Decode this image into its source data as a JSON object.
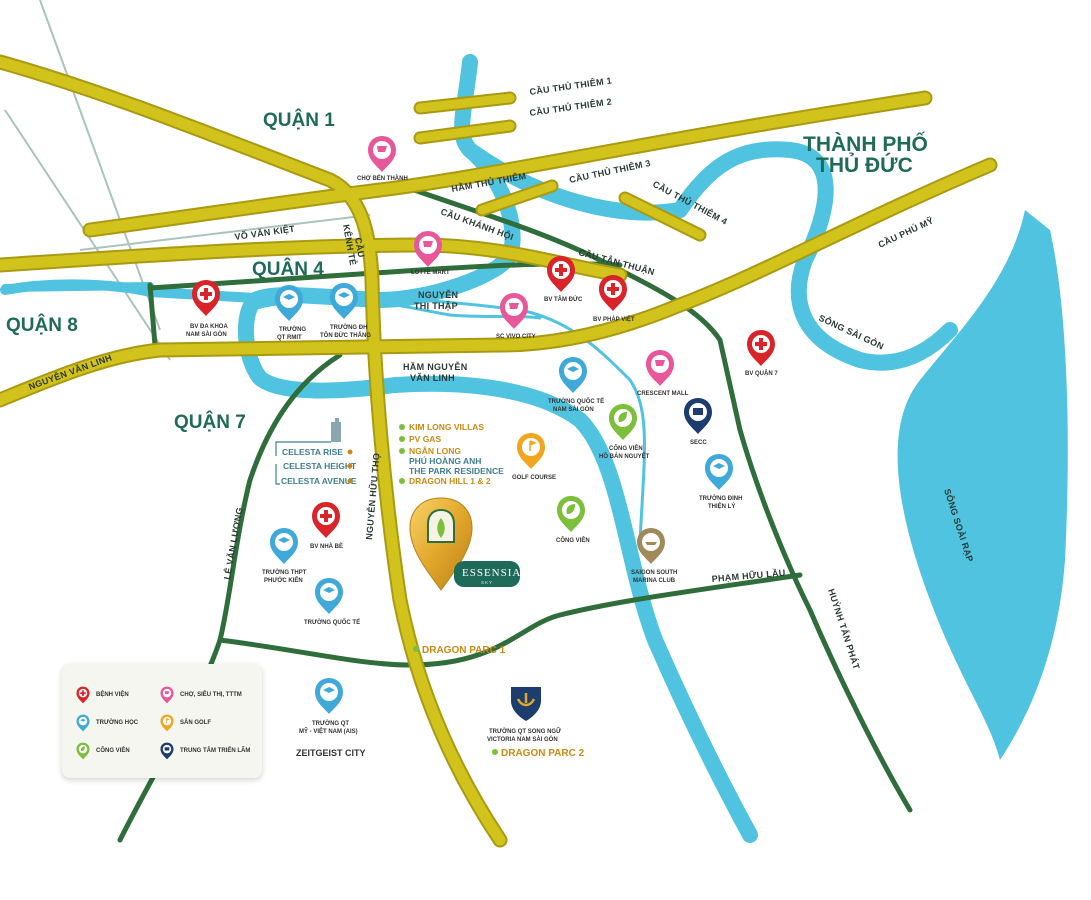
{
  "districts": {
    "q1": "QUẬN 1",
    "q4": "QUẬN 4",
    "q7": "QUẬN 7",
    "q8": "QUẬN 8",
    "thuduc_1": "THÀNH PHỐ",
    "thuduc_2": "THỦ ĐỨC"
  },
  "roads": {
    "thu_thiem_1": "CẦU THỦ THIÊM 1",
    "thu_thiem_2": "CẦU THỦ THIÊM 2",
    "thu_thiem_3": "CẦU THỦ THIÊM 3",
    "thu_thiem_4": "CẦU THỦ THIÊM 4",
    "ham_thu_thiem": "HẦM THỦ THIÊM",
    "cau_khanh_hoi": "CẦU KHÁNH HỘI",
    "cau_tan_thuan": "CẦU TÂN THUẬN",
    "cau_phu_my": "CẦU PHÚ MỸ",
    "vo_van_kiet": "VÕ VĂN KIỆT",
    "cau_kenh_te_1": "CẦU",
    "cau_kenh_te_2": "KÊNH TẺ",
    "nguyen_thi_thap_1": "NGUYỄN",
    "nguyen_thi_thap_2": "THỊ THẬP",
    "ham_nguyen_van_linh_1": "HẦM NGUYỄN",
    "ham_nguyen_van_linh_2": "VĂN LINH",
    "nguyen_van_linh": "NGUYỄN VĂN LINH",
    "song_sai_gon": "SÔNG SÀI GÒN",
    "song_soai_rap": "SÔNG SOÀI RẠP",
    "nguyen_huu_tho": "NGUYỄN HỮU THỌ",
    "le_van_luong": "LÊ VĂN LƯƠNG",
    "pham_huu_lau": "PHẠM HỮU LẦU",
    "huynh_tan_phat": "HUỲNH TẤN PHÁT"
  },
  "pois": {
    "cho_ben_thanh": "CHỢ BẾN THÀNH",
    "lotte_mart": "LOTTE MART",
    "bv_tam_duc": "BV TÂM ĐỨC",
    "bv_phap_viet": "BV PHÁP VIỆT",
    "bv_da_khoa_1": "BV ĐA KHOA",
    "bv_da_khoa_2": "NAM SÀI GÒN",
    "truong_qt_rmit_1": "TRƯỜNG",
    "truong_qt_rmit_2": "QT RMIT",
    "truong_tdt_1": "TRƯỜNG ĐH",
    "truong_tdt_2": "TÔN ĐỨC THẮNG",
    "sc_vivo_city": "SC VIVO CITY",
    "bv_quan_7": "BV QUẬN 7",
    "crescent_mall": "CRESCENT MALL",
    "truong_qt_nsg_1": "TRƯỜNG QUỐC TẾ",
    "truong_qt_nsg_2": "NAM SÀI GÒN",
    "secc": "SECC",
    "cong_vien_hbn_1": "CÔNG VIÊN",
    "cong_vien_hbn_2": "HỒ BÁN NGUYỆT",
    "golf_course": "GOLF COURSE",
    "truong_dinh_thien_ly_1": "TRƯỜNG ĐINH",
    "truong_dinh_thien_ly_2": "THIỆN LÝ",
    "cong_vien": "CÔNG VIÊN",
    "saigon_south_marina_1": "SAIGON SOUTH",
    "saigon_south_marina_2": "MARINA CLUB",
    "bv_nha_be": "BV NHÀ BÈ",
    "truong_thpt_1": "TRƯỜNG THPT",
    "truong_thpt_2": "PHƯỚC KIỂN",
    "truong_quoc_te": "TRƯỜNG QUỐC TẾ",
    "truong_ais_1": "TRƯỜNG QT",
    "truong_ais_2": "MỸ - VIỆT NAM (AIS)",
    "zeitgeist": "ZEITGEIST CITY",
    "victoria_1": "TRƯỜNG QT SONG NGỮ",
    "victoria_2": "VICTORIA NAM SÀI GÒN"
  },
  "projects": {
    "kim_long_villas": "KIM LONG VILLAS",
    "pv_gas": "PV GAS",
    "ngan_long": "NGÂN LONG",
    "phu_hoang_anh": "PHÚ HOÀNG ANH",
    "park_residence": "THE PARK RESIDENCE",
    "dragon_hill": "DRAGON HILL 1 & 2",
    "celesta_rise": "CELESTA RISE",
    "celesta_height": "CELESTA HEIGHT",
    "celesta_avenue": "CELESTA AVENUE",
    "dragon_parc_1": "DRAGON PARC 1",
    "dragon_parc_2": "DRAGON PARC 2"
  },
  "essensia": {
    "name": "ESSENSIA",
    "sub": "SKY"
  },
  "legend": {
    "hospital": "BỆNH VIỆN",
    "market": "CHỢ, SIÊU THỊ, TTTM",
    "school": "TRƯỜNG HỌC",
    "golf": "SÂN GOLF",
    "park": "CÔNG VIÊN",
    "expo": "TRUNG TÂM TRIỂN LÃM"
  },
  "colors": {
    "river": "#4fc3e0",
    "highway": "#cfc11a",
    "road_green": "#2f6e3a",
    "hospital": "#d9252a",
    "market": "#e8579a",
    "school": "#3fa9d9",
    "golf": "#f2a51f",
    "park": "#7cbf3a",
    "expo": "#1d3d6e",
    "district": "#1f6b5a"
  }
}
